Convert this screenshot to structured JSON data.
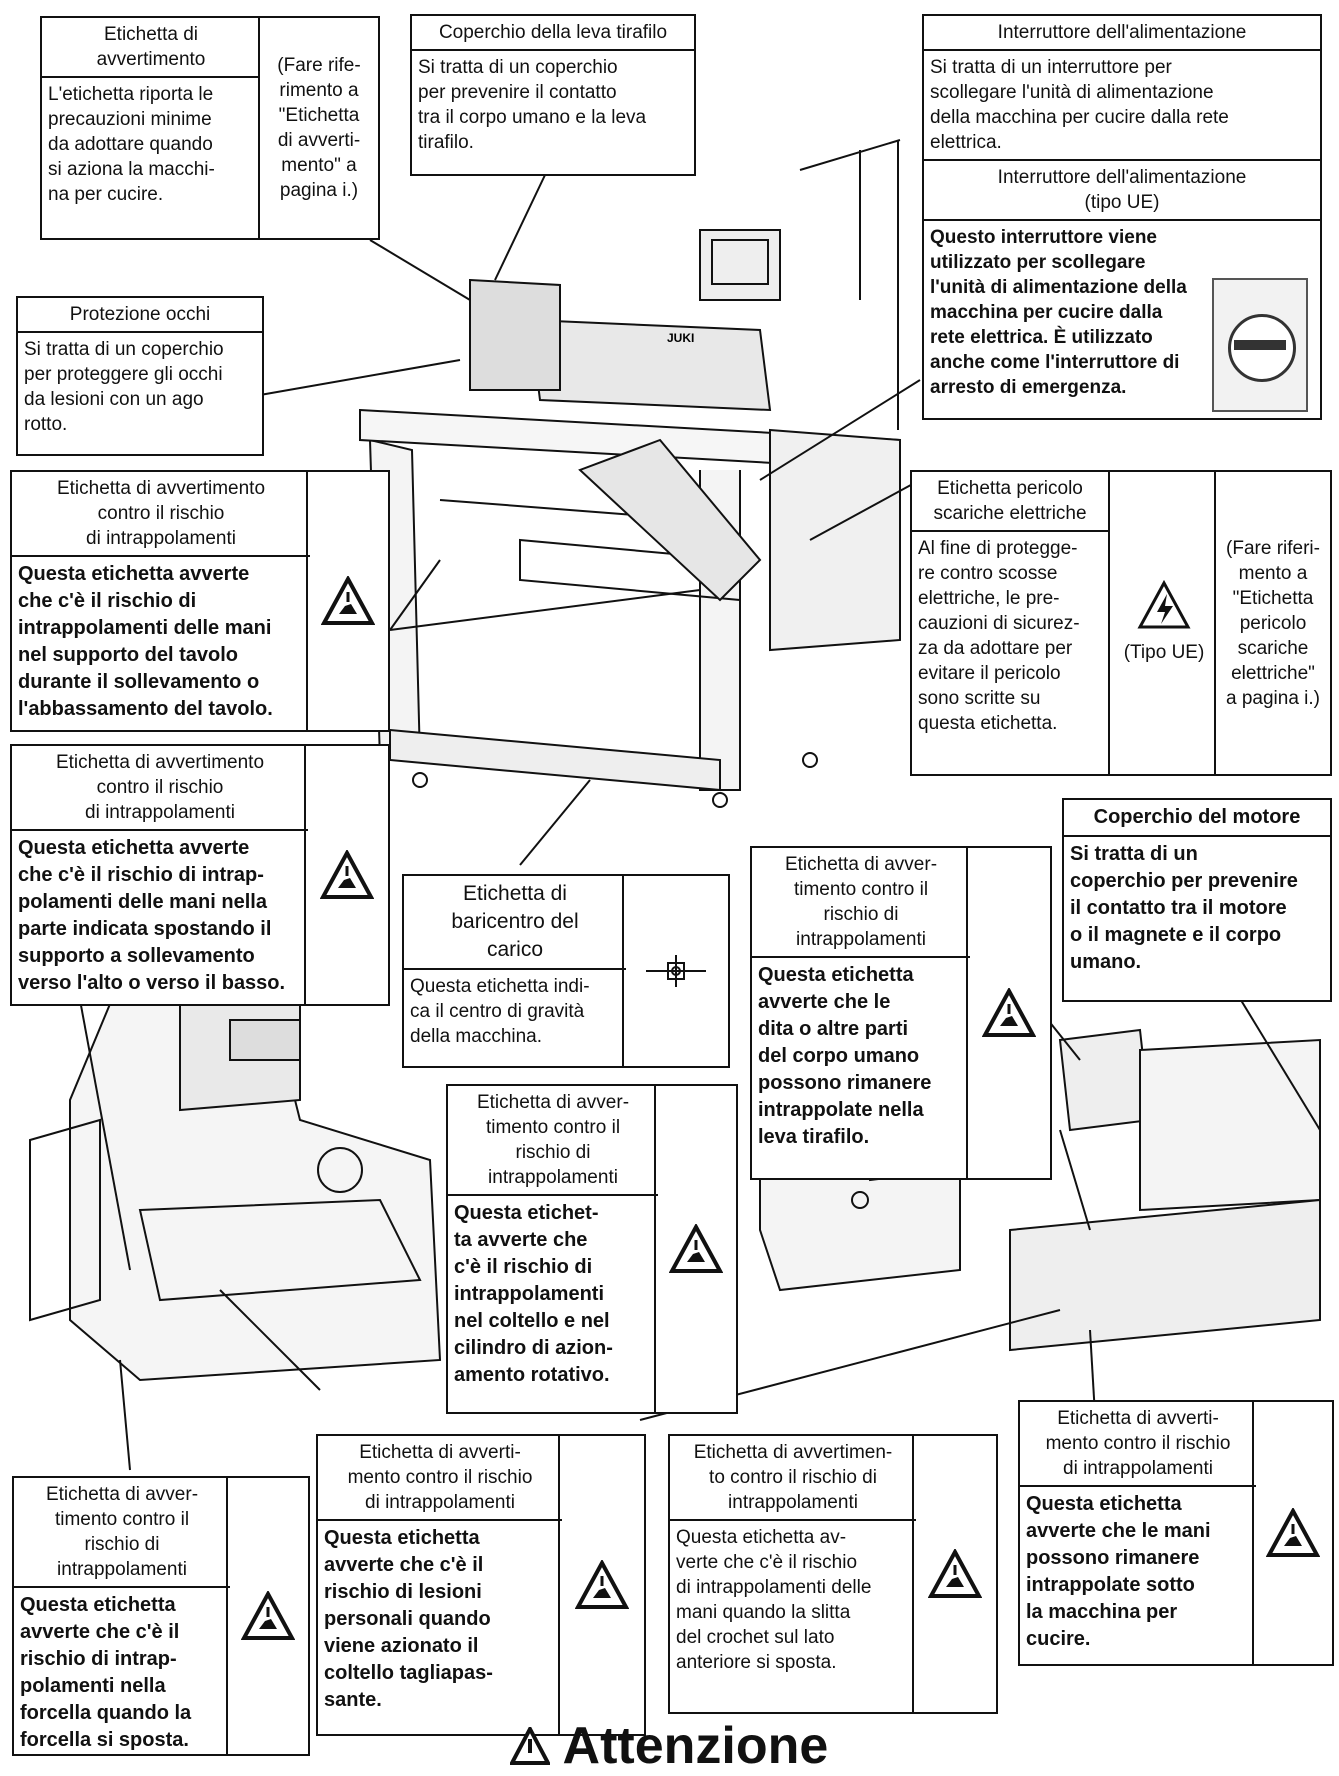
{
  "labels": {
    "warning_label": {
      "title": "Etichetta di\navvertimento",
      "ref": "(Fare rife-\nrimento a\n\"Etichetta\ndi avverti-\nmento\" a\npagina i.)",
      "text": "L'etichetta riporta le\nprecauzioni minime\nda adottare quando\nsi aziona la macchi-\nna per cucire."
    },
    "thread_lever_cover": {
      "title": "Coperchio della leva tirafilo",
      "text": "Si tratta di un coperchio\nper prevenire il contatto\ntra il corpo umano e la leva\ntirafilo."
    },
    "power_switch": {
      "title": "Interruttore dell'alimentazione",
      "text": "Si tratta di un interruttore per\nscollegare l'unità di alimentazione\ndella macchina per cucire dalla rete\nelettrica."
    },
    "power_switch_eu": {
      "title": "Interruttore dell'alimentazione\n(tipo UE)",
      "text": "Questo interruttore viene\nutilizzato per scollegare\nl'unità di alimentazione della\nmacchina per cucire dalla\nrete elettrica. È utilizzato\nanche come l'interruttore di\narresto di emergenza."
    },
    "eye_guard": {
      "title": "Protezione occhi",
      "text": "Si tratta di un coperchio\nper proteggere gli occhi\nda lesioni con un ago\nrotto."
    },
    "trap_table": {
      "title": "Etichetta di avvertimento\ncontro il rischio\ndi intrappolamenti",
      "text": "Questa etichetta avverte\nche c'è il rischio di\nintrappolamenti delle mani\nnel supporto del tavolo\ndurante il sollevamento o\nl'abbassamento del tavolo."
    },
    "electric_shock": {
      "title": "Etichetta pericolo\nscariche elettriche",
      "text": "Al fine di protegge-\nre contro scosse\nelettriche, le pre-\ncauzioni di sicurez-\nza da adottare per\nevitare il pericolo\nsono scritte su\nquesta etichetta.",
      "type": "(Tipo UE)",
      "ref": "(Fare riferi-\nmento a\n\"Etichetta\npericolo\nscariche\nelettriche\"\na pagina i.)"
    },
    "trap_lift": {
      "title": "Etichetta di avvertimento\ncontro il rischio\ndi intrappolamenti",
      "text": "Questa etichetta avverte\nche c'è il rischio di intrap-\npolamenti delle mani nella\nparte indicata spostando il\nsupporto a sollevamento\nverso l'alto o verso il basso."
    },
    "motor_cover": {
      "title": "Coperchio del motore",
      "text": "Si tratta di un\ncoperchio per prevenire\nil contatto tra il motore\no il magnete e il corpo\numano."
    },
    "gravity": {
      "title": "Etichetta di\nbaricentro del\ncarico",
      "text": "Questa etichetta indi-\nca il centro di gravità\ndella macchina."
    },
    "trap_thread_lever": {
      "title": "Etichetta di avver-\ntimento contro il\nrischio di\nintrappolamenti",
      "text": "Questa etichetta\navverte che le\ndita o altre parti\ndel corpo umano\npossono rimanere\nintrappolate nella\nleva tirafilo."
    },
    "trap_knife": {
      "title": "Etichetta di avver-\ntimento contro il\nrischio di\nintrappolamenti",
      "text": "Questa etichet-\nta avverte che\nc'è il rischio di\nintrappolamenti\nnel coltello e nel\ncilindro di azion-\namento rotativo."
    },
    "trap_fork": {
      "title": "Etichetta di avver-\ntimento contro il\nrischio di\nintrappolamenti",
      "text": "Questa etichetta\navverte che c'è il\nrischio di intrap-\npolamenti nella\nforcella quando la\nforcella si sposta."
    },
    "trap_injury": {
      "title": "Etichetta di avverti-\nmento contro il rischio\ndi intrappolamenti",
      "text": "Questa etichetta\navverte che c'è il\nrischio di lesioni\npersonali quando\nviene azionato il\ncoltello tagliapas-\nsante."
    },
    "trap_crochet": {
      "title": "Etichetta di avvertimen-\nto contro il rischio di\nintrappolamenti",
      "text": "Questa etichetta av-\nverte che c'è il rischio\ndi intrappolamenti delle\nmani quando la slitta\ndel crochet sul lato\nanteriore si sposta."
    },
    "trap_under": {
      "title": "Etichetta di avverti-\nmento contro il rischio\ndi intrappolamenti",
      "text": "Questa etichetta\navverte che le mani\npossono rimanere\nintrappolate sotto\nla macchina per\ncucire."
    }
  },
  "brand": "JUKI",
  "footer": "Attenzione"
}
